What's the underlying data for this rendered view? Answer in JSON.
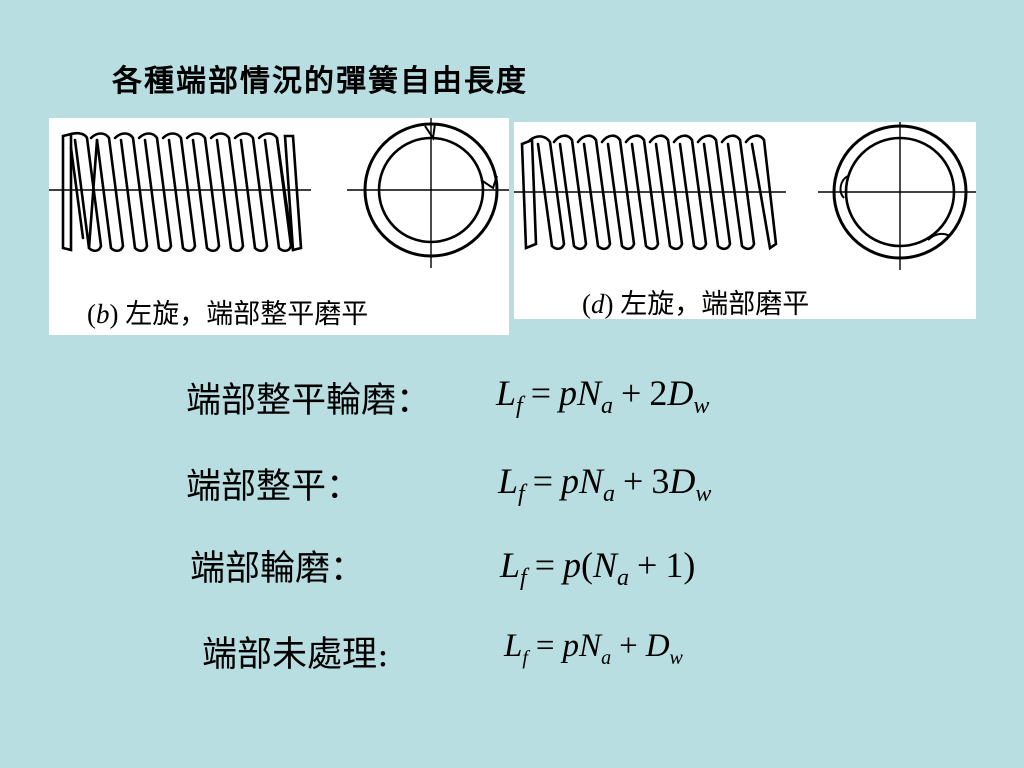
{
  "slide": {
    "title": "各種端部情況的彈簧自由長度"
  },
  "figures": [
    {
      "id": "b",
      "letter": "b",
      "text": "左旋，端部整平磨平"
    },
    {
      "id": "d",
      "letter": "d",
      "text": "左旋，端部磨平"
    }
  ],
  "equations": [
    {
      "label": "端部整平輪磨：",
      "lhs": "L",
      "lhs_sub": "f",
      "eq": "=",
      "p": "p",
      "n": "N",
      "n_sub": "a",
      "plus": "+",
      "coef": "2",
      "d": "D",
      "d_sub": "w"
    },
    {
      "label": "端部整平：",
      "lhs": "L",
      "lhs_sub": "f",
      "eq": "=",
      "p": "p",
      "n": "N",
      "n_sub": "a",
      "plus": "+",
      "coef": "3",
      "d": "D",
      "d_sub": "w"
    },
    {
      "label": "端部輪磨：",
      "lhs": "L",
      "lhs_sub": "f",
      "eq": "=",
      "p": "p",
      "open": "(",
      "n": "N",
      "n_sub": "a",
      "plus": "+",
      "one": "1",
      "close": ")"
    },
    {
      "label": "端部未處理:",
      "lhs": "L",
      "lhs_sub": "f",
      "eq": "=",
      "p": "p",
      "n": "N",
      "n_sub": "a",
      "plus": "+",
      "d": "D",
      "d_sub": "w"
    }
  ]
}
